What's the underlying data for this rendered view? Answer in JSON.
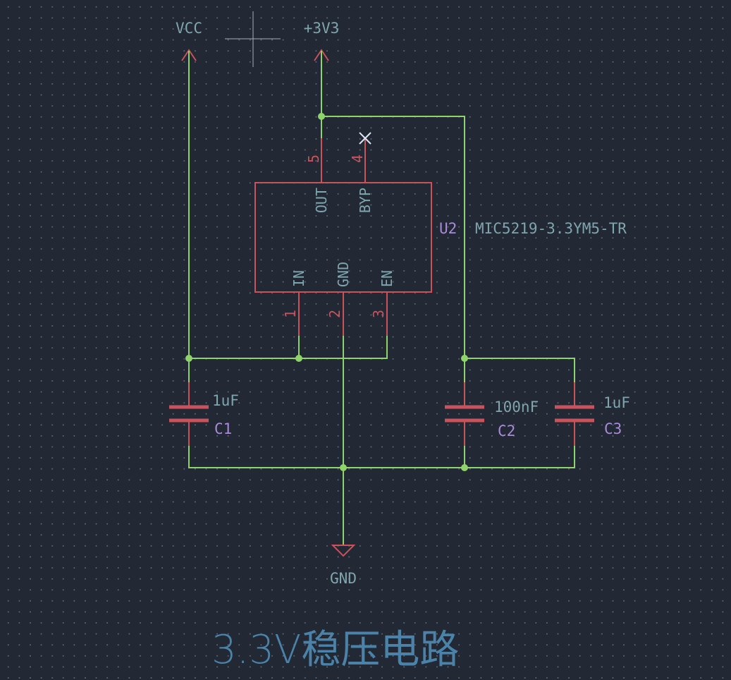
{
  "title": "3.3V稳压电路",
  "power": {
    "vcc": "VCC",
    "v33": "+3V3",
    "gnd": "GND"
  },
  "u2": {
    "ref": "U2",
    "value": "MIC5219-3.3YM5-TR",
    "pins": {
      "out": {
        "name": "OUT",
        "num": "5"
      },
      "byp": {
        "name": "BYP",
        "num": "4"
      },
      "in": {
        "name": "IN",
        "num": "1"
      },
      "gnd": {
        "name": "GND",
        "num": "2"
      },
      "en": {
        "name": "EN",
        "num": "3"
      }
    }
  },
  "c1": {
    "ref": "C1",
    "value": "1uF"
  },
  "c2": {
    "ref": "C2",
    "value": "100nF"
  },
  "c3": {
    "ref": "C3",
    "value": "1uF"
  },
  "colors": {
    "background": "#222834",
    "wire": "#8fd36b",
    "component": "#c8535b",
    "text": "#7fa5ad",
    "reference": "#a98bd8",
    "title": "#4a82a8"
  }
}
